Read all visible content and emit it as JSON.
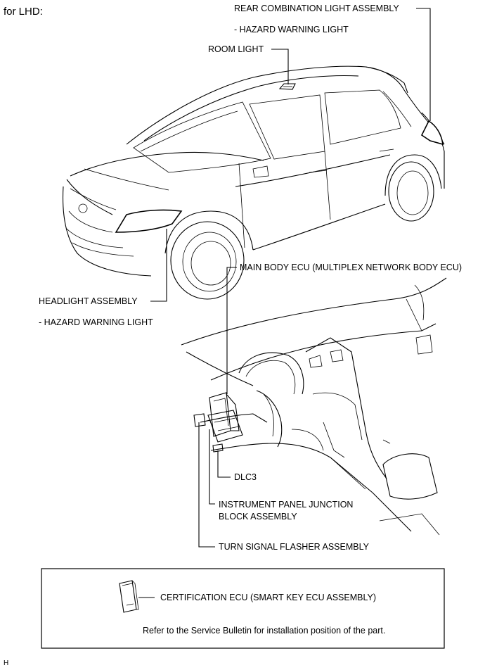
{
  "header": {
    "variant": "for LHD:"
  },
  "labels": {
    "rear_combination": "REAR COMBINATION LIGHT ASSEMBLY",
    "rear_hazard": "- HAZARD WARNING LIGHT",
    "room_light": "ROOM LIGHT",
    "headlight": "HEADLIGHT ASSEMBLY",
    "headlight_hazard": "- HAZARD WARNING LIGHT",
    "main_body_ecu": "MAIN BODY ECU (MULTIPLEX NETWORK BODY ECU)",
    "dlc3": "DLC3",
    "junction_block_line1": "INSTRUMENT PANEL JUNCTION",
    "junction_block_line2": "BLOCK ASSEMBLY",
    "turn_signal": "TURN SIGNAL FLASHER ASSEMBLY"
  },
  "info_box": {
    "certification_ecu": "CERTIFICATION ECU (SMART KEY ECU ASSEMBLY)",
    "note": "Refer to the Service Bulletin for installation position of the part."
  },
  "footer": {
    "code": "H"
  }
}
